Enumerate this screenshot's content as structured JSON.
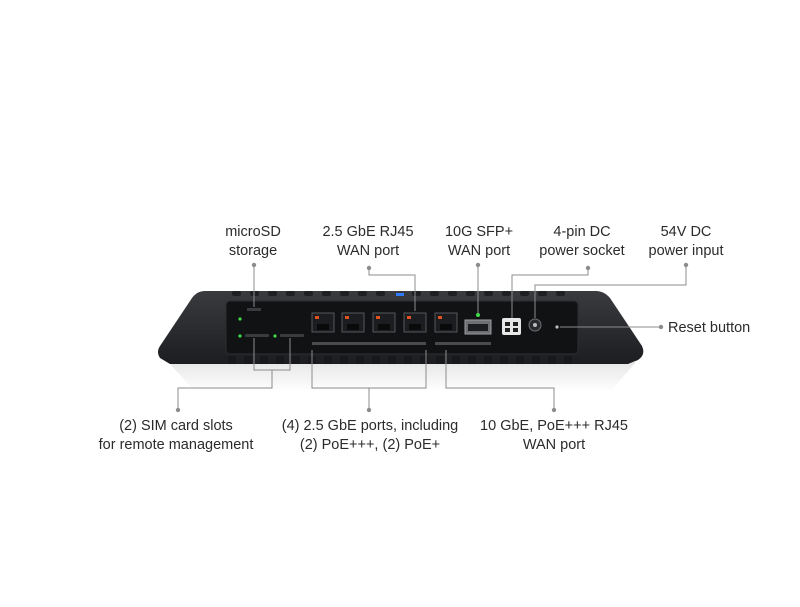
{
  "callouts": {
    "microsd": [
      "microSD",
      "storage"
    ],
    "wan_rj45": [
      "2.5 GbE RJ45",
      "WAN port"
    ],
    "sfp": [
      "10G SFP+",
      "WAN port"
    ],
    "dc4pin": [
      "4-pin DC",
      "power socket"
    ],
    "dc54v": [
      "54V DC",
      "power input"
    ],
    "reset": "Reset button",
    "sim": [
      "(2) SIM card slots",
      "for remote management"
    ],
    "ports": [
      "(4) 2.5 GbE ports, including",
      "(2) PoE+++, (2) PoE+"
    ],
    "wan10g": [
      "10 GbE, PoE+++ RJ45",
      "WAN port"
    ]
  },
  "colors": {
    "device_body": "#2a2b2e",
    "panel": "#111214",
    "port_accent": "#e0521f",
    "led_green": "#3fdc4a",
    "led_blue": "#2f7bff",
    "callout_line": "#8c8c8c"
  }
}
